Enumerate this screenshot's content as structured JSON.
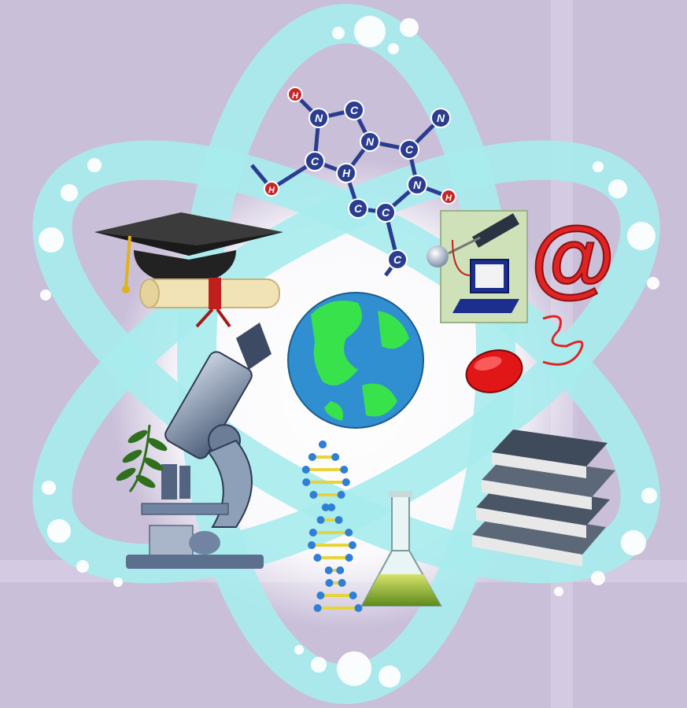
{
  "background_color": "#c9bfd9",
  "orbit_color": "#a8ecee",
  "molecule_atoms": [
    {
      "label": "H",
      "color": "#c62828"
    },
    {
      "label": "N",
      "color": "#2b3d8f"
    },
    {
      "label": "C",
      "color": "#2b3d8f"
    },
    {
      "label": "C",
      "color": "#2b3d8f"
    },
    {
      "label": "N",
      "color": "#2b3d8f"
    },
    {
      "label": "C",
      "color": "#2b3d8f"
    },
    {
      "label": "N",
      "color": "#2b3d8f"
    },
    {
      "label": "C",
      "color": "#2b3d8f"
    },
    {
      "label": "H",
      "color": "#2b3d8f"
    },
    {
      "label": "N",
      "color": "#2b3d8f"
    },
    {
      "label": "H",
      "color": "#c62828"
    },
    {
      "label": "H",
      "color": "#c62828"
    },
    {
      "label": "C",
      "color": "#2b3d8f"
    },
    {
      "label": "C",
      "color": "#2b3d8f"
    },
    {
      "label": "C",
      "color": "#2b3d8f"
    }
  ],
  "email_symbol": "@",
  "icons": [
    "atom-orbit-icon",
    "molecule-icon",
    "graduation-cap-icon",
    "diploma-icon",
    "globe-icon",
    "satellite-icon",
    "computer-icon",
    "email-icon",
    "mouse-icon",
    "microscope-icon",
    "plant-icon",
    "dna-icon",
    "flask-icon",
    "books-icon"
  ]
}
